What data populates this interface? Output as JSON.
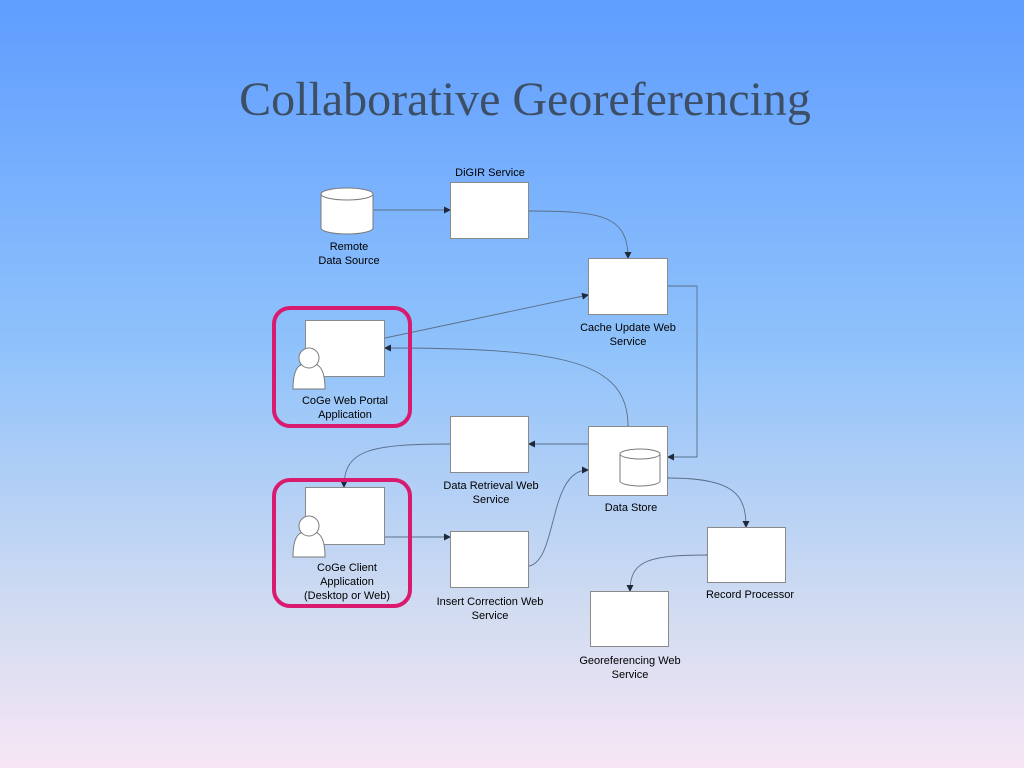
{
  "slide": {
    "title": "Collaborative Georeferencing"
  },
  "nodes": {
    "remote_data_source": {
      "label_line1": "Remote",
      "label_line2": "Data Source",
      "icon": "database-cylinder-icon"
    },
    "digir_service": {
      "label": "DiGIR Service"
    },
    "cache_update_service": {
      "label_line1": "Cache Update Web",
      "label_line2": "Service"
    },
    "coge_web_portal": {
      "label_line1": "CoGe Web Portal",
      "label_line2": "Application",
      "icon": "user-icon"
    },
    "data_retrieval_service": {
      "label_line1": "Data Retrieval Web",
      "label_line2": "Service"
    },
    "data_store": {
      "label": "Data Store",
      "icon": "database-cylinder-icon"
    },
    "coge_client": {
      "label_line1": "CoGe Client",
      "label_line2": "Application",
      "label_line3": "(Desktop or Web)",
      "icon": "user-icon"
    },
    "insert_correction_service": {
      "label_line1": "Insert Correction Web",
      "label_line2": "Service"
    },
    "record_processor": {
      "label": "Record Processor"
    },
    "georeferencing_service": {
      "label_line1": "Georeferencing Web",
      "label_line2": "Service"
    }
  },
  "colors": {
    "highlight": "#d81b6f",
    "title": "#3d4f66",
    "connector": "#5a6f8a"
  }
}
